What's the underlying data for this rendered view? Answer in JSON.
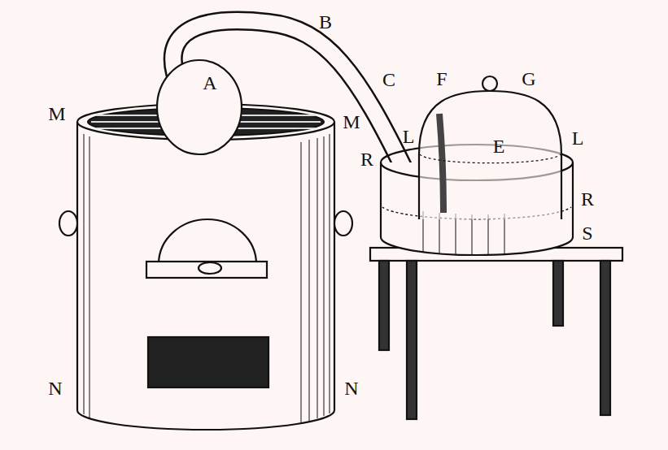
{
  "diagram": {
    "labels": [
      "B",
      "A",
      "C",
      "F",
      "G",
      "M",
      "M",
      "L",
      "E",
      "L",
      "R",
      "R",
      "S",
      "N",
      "N"
    ]
  }
}
